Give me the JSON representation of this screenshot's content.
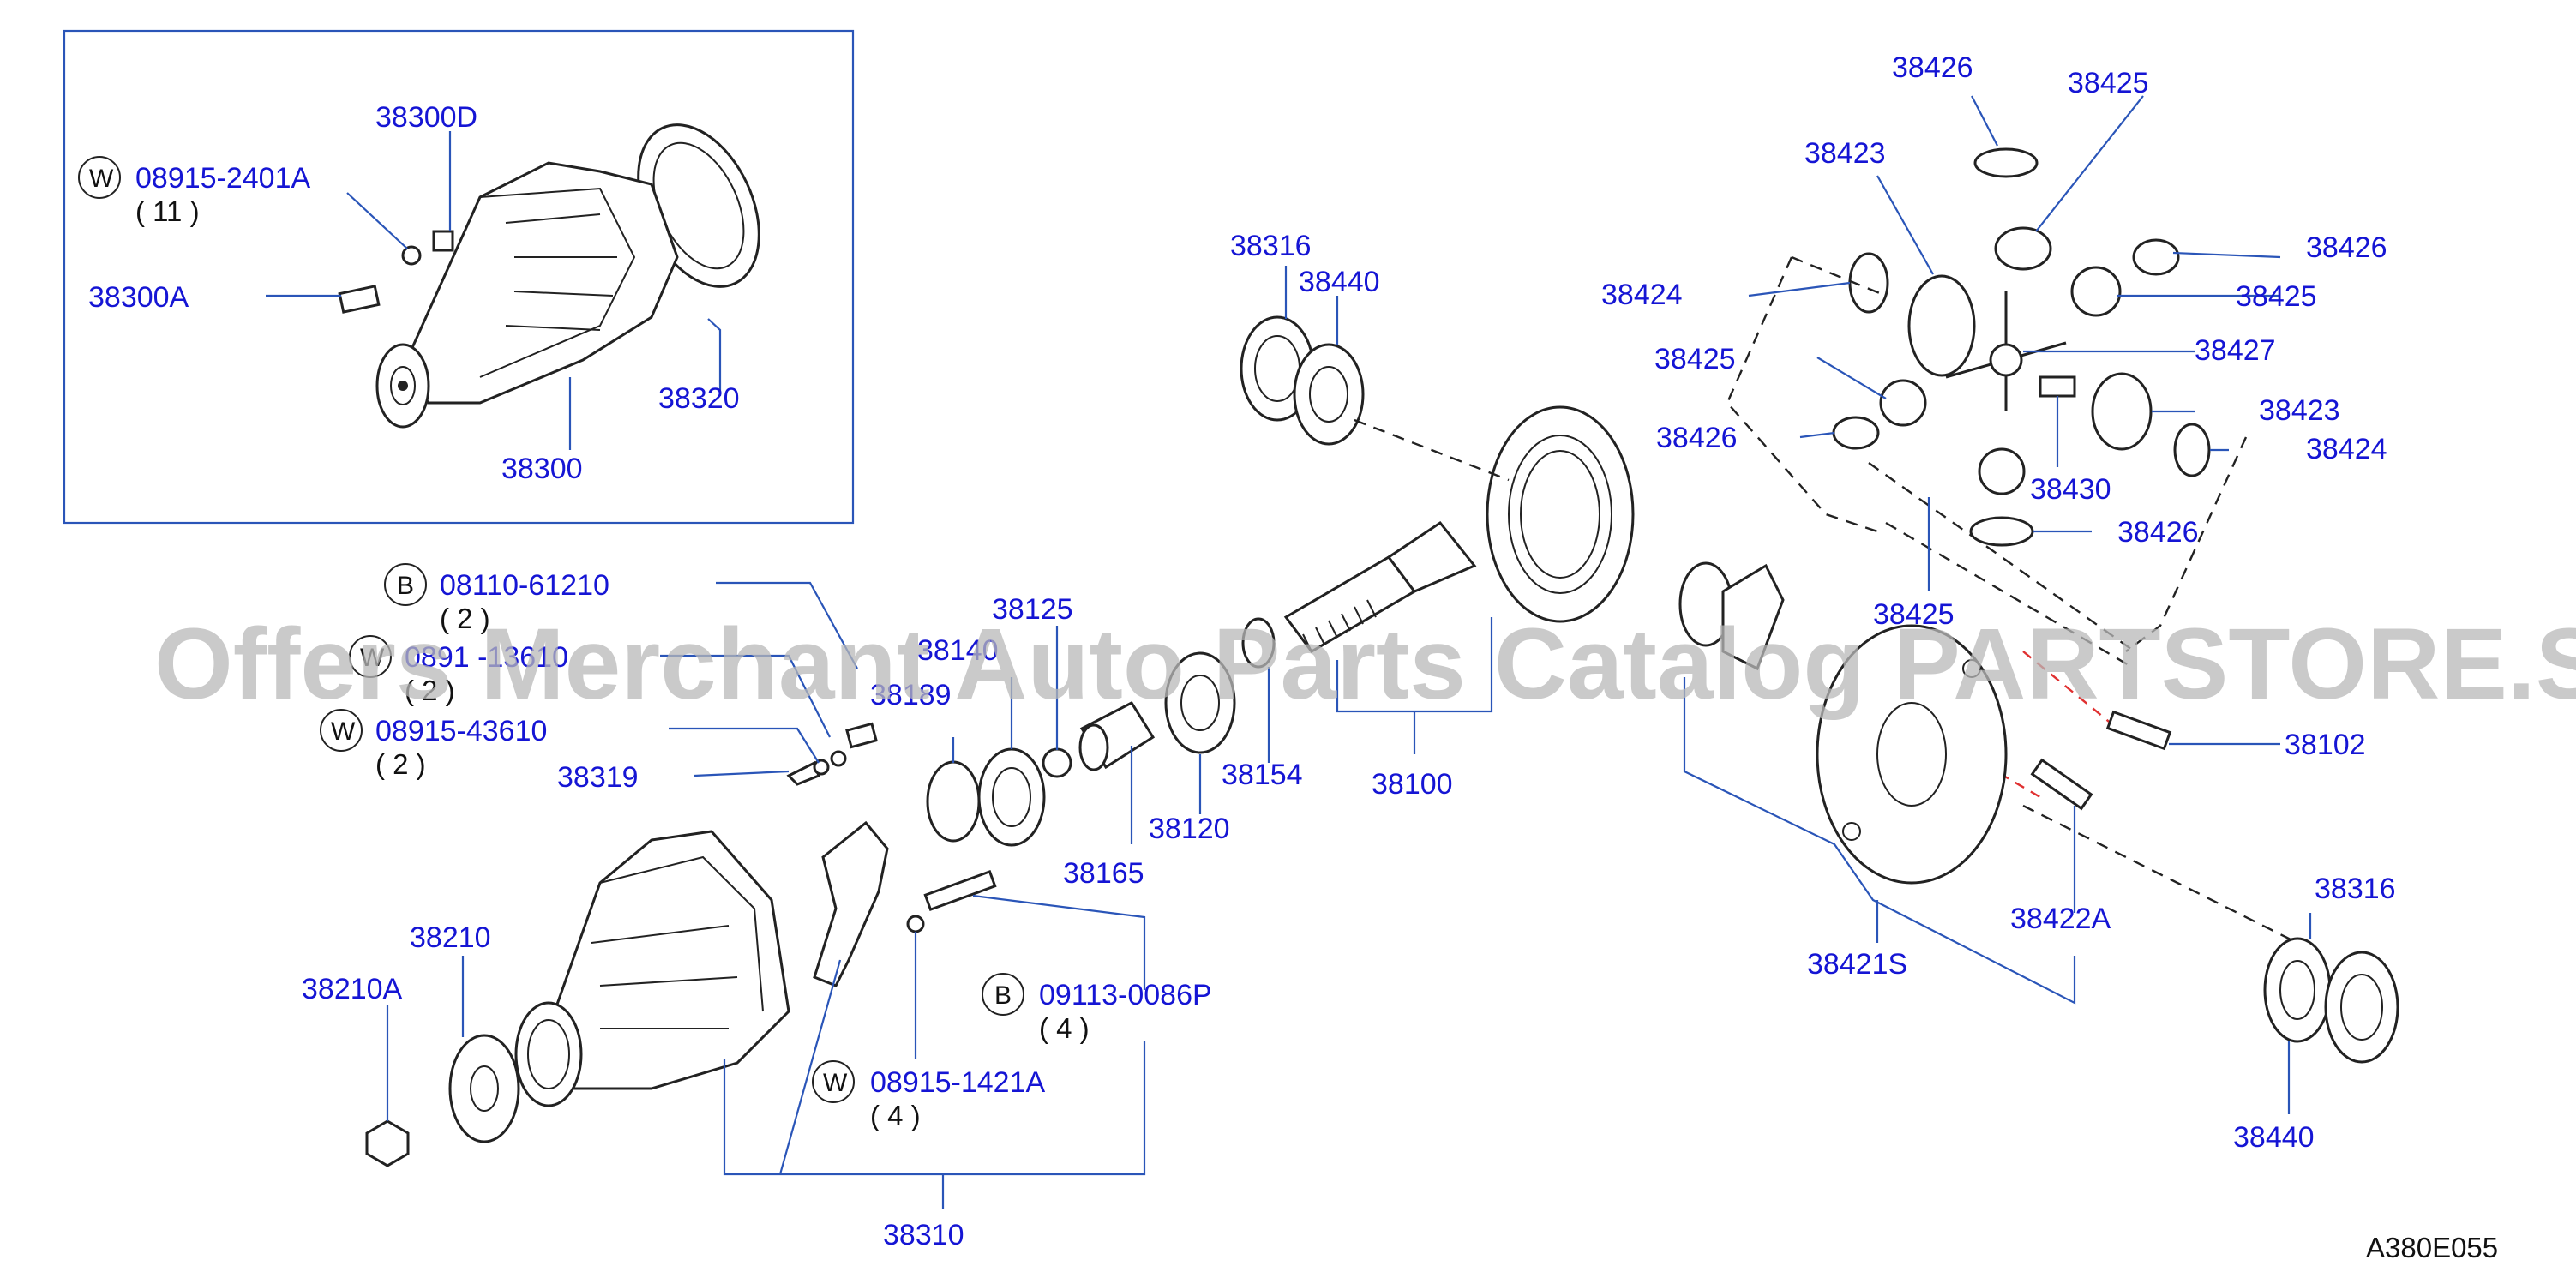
{
  "diagram_code": "A380E055",
  "watermark": "Offers Merchant Auto Parts Catalog PARTSTORE.SA",
  "inset": {
    "labels": {
      "p38300D": "38300D",
      "w_08915_2401A": "08915-2401A",
      "q11": "( 11 )",
      "p38300A": "38300A",
      "p38320": "38320",
      "p38300": "38300"
    }
  },
  "badges": {
    "W": "W",
    "B": "B"
  },
  "labels": {
    "b_08110_61210": "08110-61210",
    "q_08110": "( 2 )",
    "w_0891x_13610": "0891 -13610",
    "q_13610": "( 2 )",
    "w_08915_43610": "08915-43610",
    "q_43610": "( 2 )",
    "p38319": "38319",
    "p38189": "38189",
    "p38140": "38140",
    "p38125": "38125",
    "p38120": "38120",
    "p38165": "38165",
    "p38154": "38154",
    "p38100": "38100",
    "p38316_top": "38316",
    "p38440_top": "38440",
    "p38210": "38210",
    "p38210A": "38210A",
    "b_09113_0086P": "09113-0086P",
    "q_0086P": "( 4 )",
    "w_08915_1421A": "08915-1421A",
    "q_1421A": "( 4 )",
    "p38310": "38310",
    "p38426_a": "38426",
    "p38425_a": "38425",
    "p38423_a": "38423",
    "p38426_b": "38426",
    "p38424_a": "38424",
    "p38425_b": "38425",
    "p38425_c": "38425",
    "p38427": "38427",
    "p38423_b": "38423",
    "p38426_c": "38426",
    "p38424_b": "38424",
    "p38430": "38430",
    "p38426_d": "38426",
    "p38425_d": "38425",
    "p38102": "38102",
    "p38422A": "38422A",
    "p38421S": "38421S",
    "p38316_bot": "38316",
    "p38440_bot": "38440"
  }
}
